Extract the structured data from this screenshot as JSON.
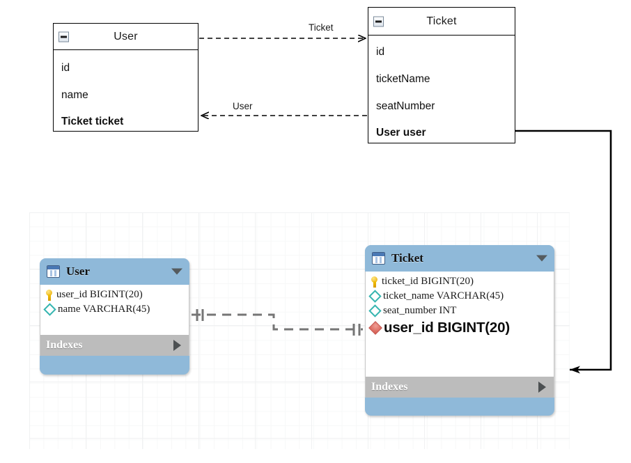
{
  "uml": {
    "classes": [
      {
        "name": "User",
        "collapse_icon": "minus-icon",
        "attributes": [
          {
            "text": "id",
            "bold": false
          },
          {
            "text": "name",
            "bold": false
          },
          {
            "text": "Ticket ticket",
            "bold": true
          }
        ]
      },
      {
        "name": "Ticket",
        "collapse_icon": "minus-icon",
        "attributes": [
          {
            "text": "id",
            "bold": false
          },
          {
            "text": "ticketName",
            "bold": false
          },
          {
            "text": "seatNumber",
            "bold": false
          },
          {
            "text": "User user",
            "bold": true
          }
        ]
      }
    ],
    "associations": [
      {
        "label": "Ticket",
        "from": "User",
        "to": "Ticket",
        "style": "dashed-arrow"
      },
      {
        "label": "User",
        "from": "Ticket",
        "to": "User",
        "style": "dashed-arrow"
      }
    ]
  },
  "eer": {
    "tables": [
      {
        "name": "User",
        "header_icon": "table-icon",
        "expand_icon": "caret-down-icon",
        "columns": [
          {
            "icon": "primary-key-icon",
            "label": "user_id BIGINT(20)",
            "emphasis": false
          },
          {
            "icon": "column-diamond-icon",
            "label": "name VARCHAR(45)",
            "emphasis": false
          }
        ],
        "indexes_label": "Indexes",
        "indexes_icon": "caret-right-icon"
      },
      {
        "name": "Ticket",
        "header_icon": "table-icon",
        "expand_icon": "caret-down-icon",
        "columns": [
          {
            "icon": "primary-key-icon",
            "label": "ticket_id BIGINT(20)",
            "emphasis": false
          },
          {
            "icon": "column-diamond-icon",
            "label": "ticket_name VARCHAR(45)",
            "emphasis": false
          },
          {
            "icon": "column-diamond-icon",
            "label": "seat_number INT",
            "emphasis": false
          },
          {
            "icon": "foreign-key-icon",
            "label": "user_id BIGINT(20)",
            "emphasis": true
          }
        ],
        "indexes_label": "Indexes",
        "indexes_icon": "caret-right-icon"
      }
    ],
    "relationship": {
      "notation": "one-to-one",
      "style": "dashed",
      "color": "#757575"
    }
  },
  "annotation": {
    "arrow_name": "mapping-arrow",
    "description": "black elbow arrow linking Ticket class User user attribute to Ticket table user_id column",
    "color": "#000000"
  },
  "colors": {
    "table_header_blue": "#8fb9d9",
    "index_bar_gray": "#bcbcbc",
    "grid_line": "#f0f1f2",
    "uml_border": "#000000",
    "pk_yellow": "#e8a900",
    "col_diamond_teal": "#35b5b0",
    "fk_red": "#d2574c"
  }
}
